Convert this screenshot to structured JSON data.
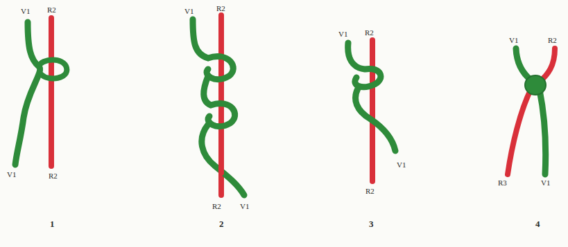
{
  "diagram": {
    "labels": [
      "V1",
      "R2",
      "V1",
      "R2",
      "1",
      "V1",
      "R2",
      "R2",
      "V1",
      "2",
      "V1",
      "R2",
      "V1",
      "R2",
      "3",
      "V1",
      "R2",
      "R3",
      "V1",
      "4"
    ]
  }
}
